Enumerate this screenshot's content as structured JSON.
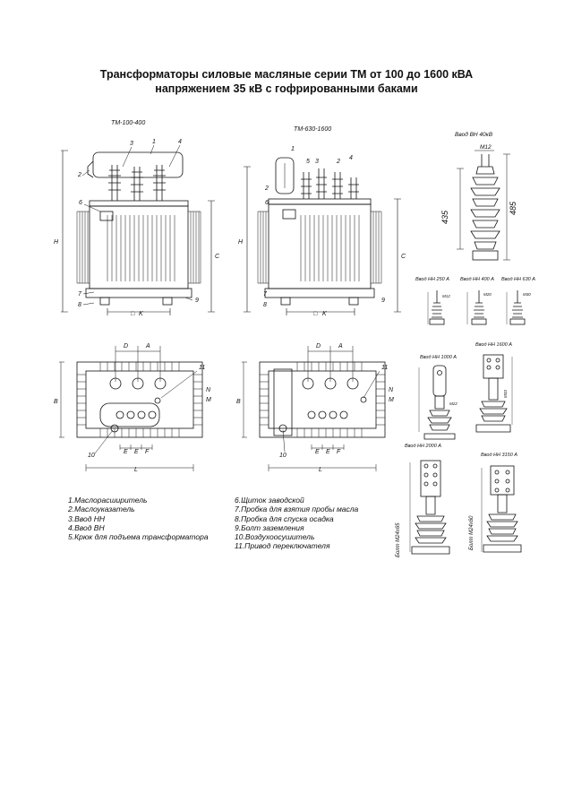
{
  "title": {
    "line1": "Трансформаторы силовые масляные серии ТМ от 100 до 1600 кВА",
    "line2": "напряжением 35 кВ с гофрированными баками"
  },
  "views": {
    "left_model": "ТМ-100-400",
    "right_model": "ТМ-630-1600"
  },
  "callout_numbers": [
    "1",
    "2",
    "3",
    "4",
    "5",
    "6",
    "7",
    "8",
    "9",
    "10",
    "11"
  ],
  "dimension_letters": {
    "H": "H",
    "C": "C",
    "K": "K",
    "B": "B",
    "L": "L",
    "D": "D",
    "A": "A",
    "M": "M",
    "N": "N",
    "E": "E",
    "F": "F"
  },
  "bushing_hv": {
    "label": "Ввод ВН 40кВ",
    "thread": "М12",
    "dim_435": "435",
    "dim_485": "485"
  },
  "bushings_lv_small": {
    "labels": [
      "Ввод НН 250 А",
      "Ввод НН 400 А",
      "Ввод НН 630 А"
    ],
    "threads": [
      "М12",
      "М20",
      "М30"
    ]
  },
  "bushings_lv_1000": {
    "label": "Ввод НН 1000 А",
    "thread": "М22"
  },
  "bushings_lv_1600": {
    "label": "Ввод НН 1600 А",
    "thread": "М33"
  },
  "bushings_lv_2000": {
    "label": "Ввод НН 2000 А",
    "bolt": "Болт М24х65"
  },
  "bushings_lv_3150": {
    "label": "Ввод НН 3150 А",
    "bolt": "Болт М24х60"
  },
  "legend_left": [
    "1.Маслорасширитель",
    "2.Маслоуказатель",
    "3.Ввод НН",
    "4.Ввод ВН",
    "5.Крюк для подъема трансформатора"
  ],
  "legend_right": [
    "6.Щиток заводской",
    "7.Пробка для взятия пробы масла",
    "8.Пробка для спуска осадка",
    "9.Болт заземления",
    "10.Воздухоосушитель",
    "11.Привод переключателя"
  ]
}
